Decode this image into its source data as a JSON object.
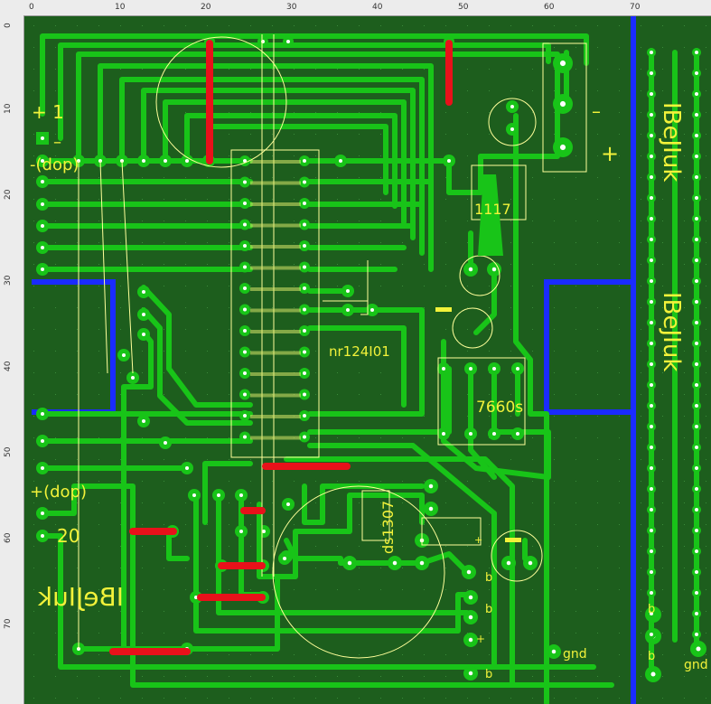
{
  "ruler": {
    "unit": "MM",
    "x_ticks": [
      "0",
      "10",
      "20",
      "30",
      "40",
      "50",
      "60",
      "70"
    ],
    "y_ticks": [
      "0",
      "10",
      "20",
      "30",
      "40",
      "50",
      "60",
      "70"
    ]
  },
  "labels": {
    "plus_one": "+ 1",
    "minus_one": "–",
    "dop_minus": "-(dop)",
    "dop_plus": "+(dop)",
    "twenty": "20",
    "vitalik_bottom": "IBeJIuk",
    "vitalik_right_1": "IBeJIuk",
    "vitalik_right_2": "IBeJIuk",
    "reg_1117": "1117",
    "ic_7660": "7660s",
    "chip_nr": "nr124I01",
    "ds1307": "ds1307",
    "pwr_minus": "–",
    "pwr_plus": "+",
    "gnd_1": "gnd",
    "gnd_2": "gnd",
    "b_1": "b",
    "b_2": "b",
    "b_3": "b",
    "b_4": "b",
    "b_5": "b",
    "plus_small": "+",
    "plus_small_2": "+"
  },
  "colors": {
    "board": "#1d5e1d",
    "copper": "#18c418",
    "pad_hole": "#ffffff",
    "jumper": "#e8111a",
    "edge": "#1a2bff",
    "silk": "#f2f23a",
    "thin": "#ffff9a"
  }
}
